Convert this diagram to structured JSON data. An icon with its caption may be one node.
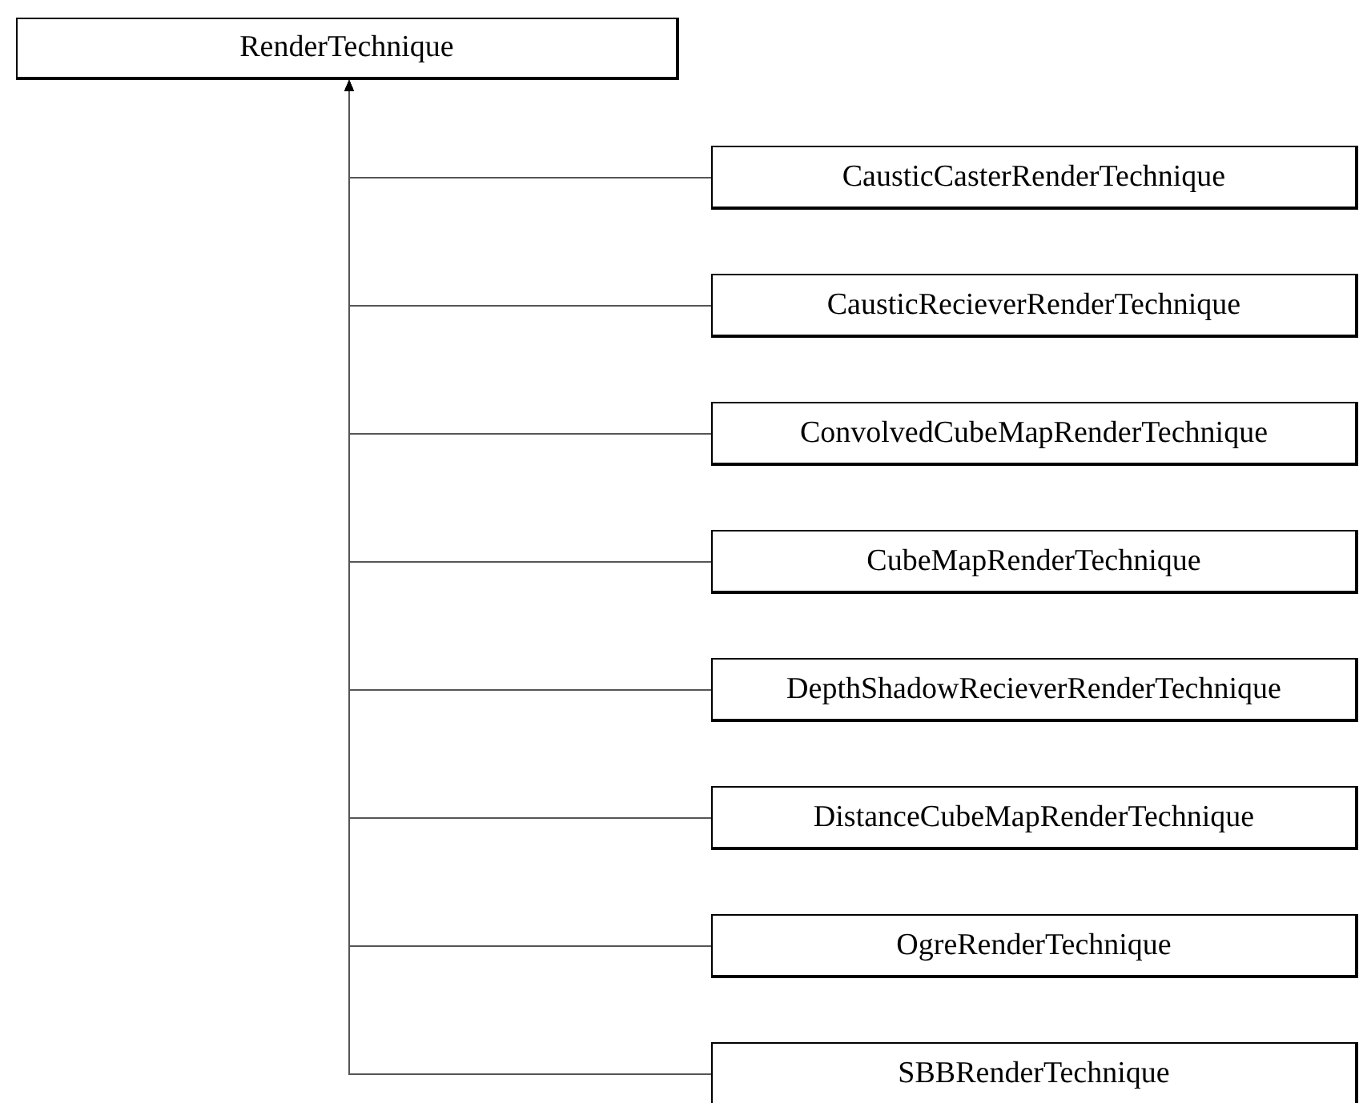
{
  "diagram": {
    "nodes": [
      {
        "text": [
          "RenderTechnique"
        ]
      },
      {
        "text": [
          "CausticCasterRenderTechnique"
        ]
      },
      {
        "text": [
          "CausticRecieverRenderTechnique"
        ]
      },
      {
        "text": [
          "ConvolvedCubeMapRenderTechnique"
        ]
      },
      {
        "text": [
          "CubeMapRenderTechnique"
        ]
      },
      {
        "text": [
          "DepthShadowRecieverRenderTechnique"
        ]
      },
      {
        "text": [
          "DistanceCubeMapRenderTechnique"
        ]
      },
      {
        "text": [
          "OgreRenderTechnique"
        ]
      },
      {
        "text": [
          "SBBRenderTechnique"
        ]
      }
    ],
    "edges": [
      {
        "from": 1,
        "to": 0,
        "arrow": "to"
      },
      {
        "from": 2,
        "to": 0,
        "arrow": "to"
      },
      {
        "from": 3,
        "to": 0,
        "arrow": "to"
      },
      {
        "from": 4,
        "to": 0,
        "arrow": "to"
      },
      {
        "from": 5,
        "to": 0,
        "arrow": "to"
      },
      {
        "from": 6,
        "to": 0,
        "arrow": "to"
      },
      {
        "from": 7,
        "to": 0,
        "arrow": "to"
      },
      {
        "from": 8,
        "to": 0,
        "arrow": "to"
      }
    ]
  }
}
